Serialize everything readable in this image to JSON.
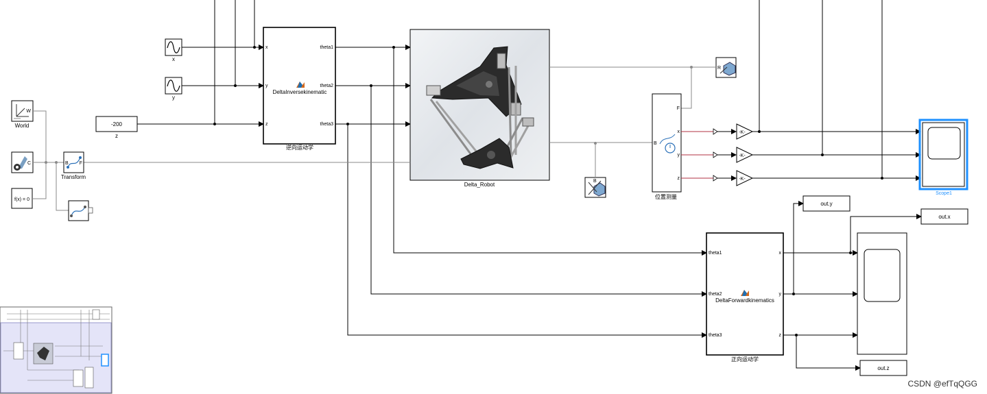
{
  "blocks": {
    "sine_x": {
      "label": "x"
    },
    "sine_y": {
      "label": "y"
    },
    "const_z": {
      "value": "-200",
      "label": "z"
    },
    "inverse": {
      "title": "DeltaInversekinematic",
      "caption": "逆向运动学",
      "in_x": "x",
      "in_y": "y",
      "in_z": "z",
      "out1": "theta1",
      "out2": "theta2",
      "out3": "theta3"
    },
    "robot": {
      "caption": "Delta_Robot"
    },
    "world": {
      "caption": "World",
      "port": "W"
    },
    "solver": {
      "port": "C"
    },
    "fx": {
      "text": "f(x) = 0"
    },
    "transform": {
      "caption": "Transform",
      "port_b": "B",
      "port_f": "F"
    },
    "sensor": {
      "caption": "位置测量",
      "port_b": "B",
      "port_f": "F",
      "port_x": "x",
      "port_y": "y",
      "port_z": "z"
    },
    "ref_r": {
      "port": "R"
    },
    "ref_b": {
      "port": "B"
    },
    "gain": {
      "text": "-K-"
    },
    "scope1": {
      "caption": "Scope1"
    },
    "forward": {
      "title": "DeltaForwardkinematics",
      "caption": "正向运动学",
      "in1": "theta1",
      "in2": "theta2",
      "in3": "theta3",
      "out_x": "x",
      "out_y": "y",
      "out_z": "z"
    },
    "out_x": {
      "text": "out.x"
    },
    "out_y": {
      "text": "out.y"
    },
    "out_z": {
      "text": "out.z"
    }
  },
  "watermark": "CSDN @efTqQGG",
  "colors": {
    "selection": "#1e90ff",
    "signal_wire": "#000000",
    "physical_wire": "#8a8a8a",
    "position_wire": "#b03040",
    "minimap": "#e4e4f8"
  }
}
